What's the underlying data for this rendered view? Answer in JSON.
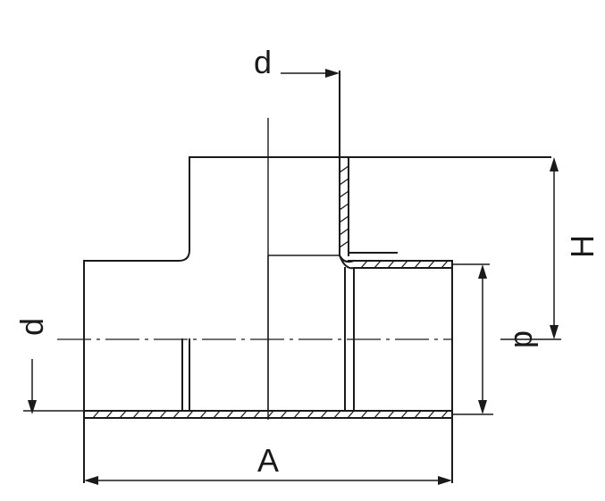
{
  "diagram": {
    "labels": {
      "branch_diameter": "d",
      "main_diameter_left": "d",
      "main_diameter_right": "d",
      "height": "H",
      "length": "A"
    },
    "colors": {
      "line": "#1a1a1a",
      "background": "#ffffff"
    }
  }
}
